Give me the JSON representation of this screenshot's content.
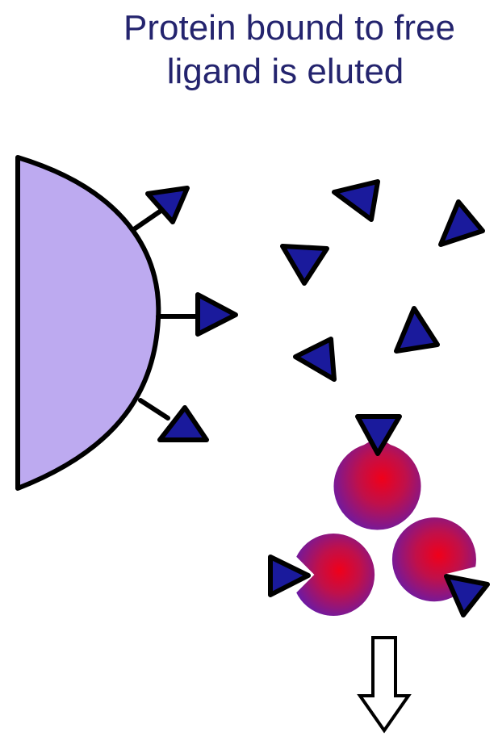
{
  "title": {
    "line1": "Protein bound to free",
    "line2": "ligand is eluted"
  },
  "colors": {
    "title_text": "#24246e",
    "bead_fill": "#bdaaf0",
    "ligand_fill": "#1a1a9c",
    "ligand_outline": "#000000",
    "protein_outer": "#6a1aa6",
    "protein_center": "#f0001a",
    "arrow_fill": "#ffffff",
    "arrow_stroke": "#000000"
  },
  "icons": {
    "bead": "resin-bead-shape",
    "tethered_ligand": "tethered-ligand-triangle",
    "free_ligand": "free-ligand-triangle",
    "protein": "protein-pacman-sphere",
    "elution_arrow": "hollow-down-arrow"
  }
}
